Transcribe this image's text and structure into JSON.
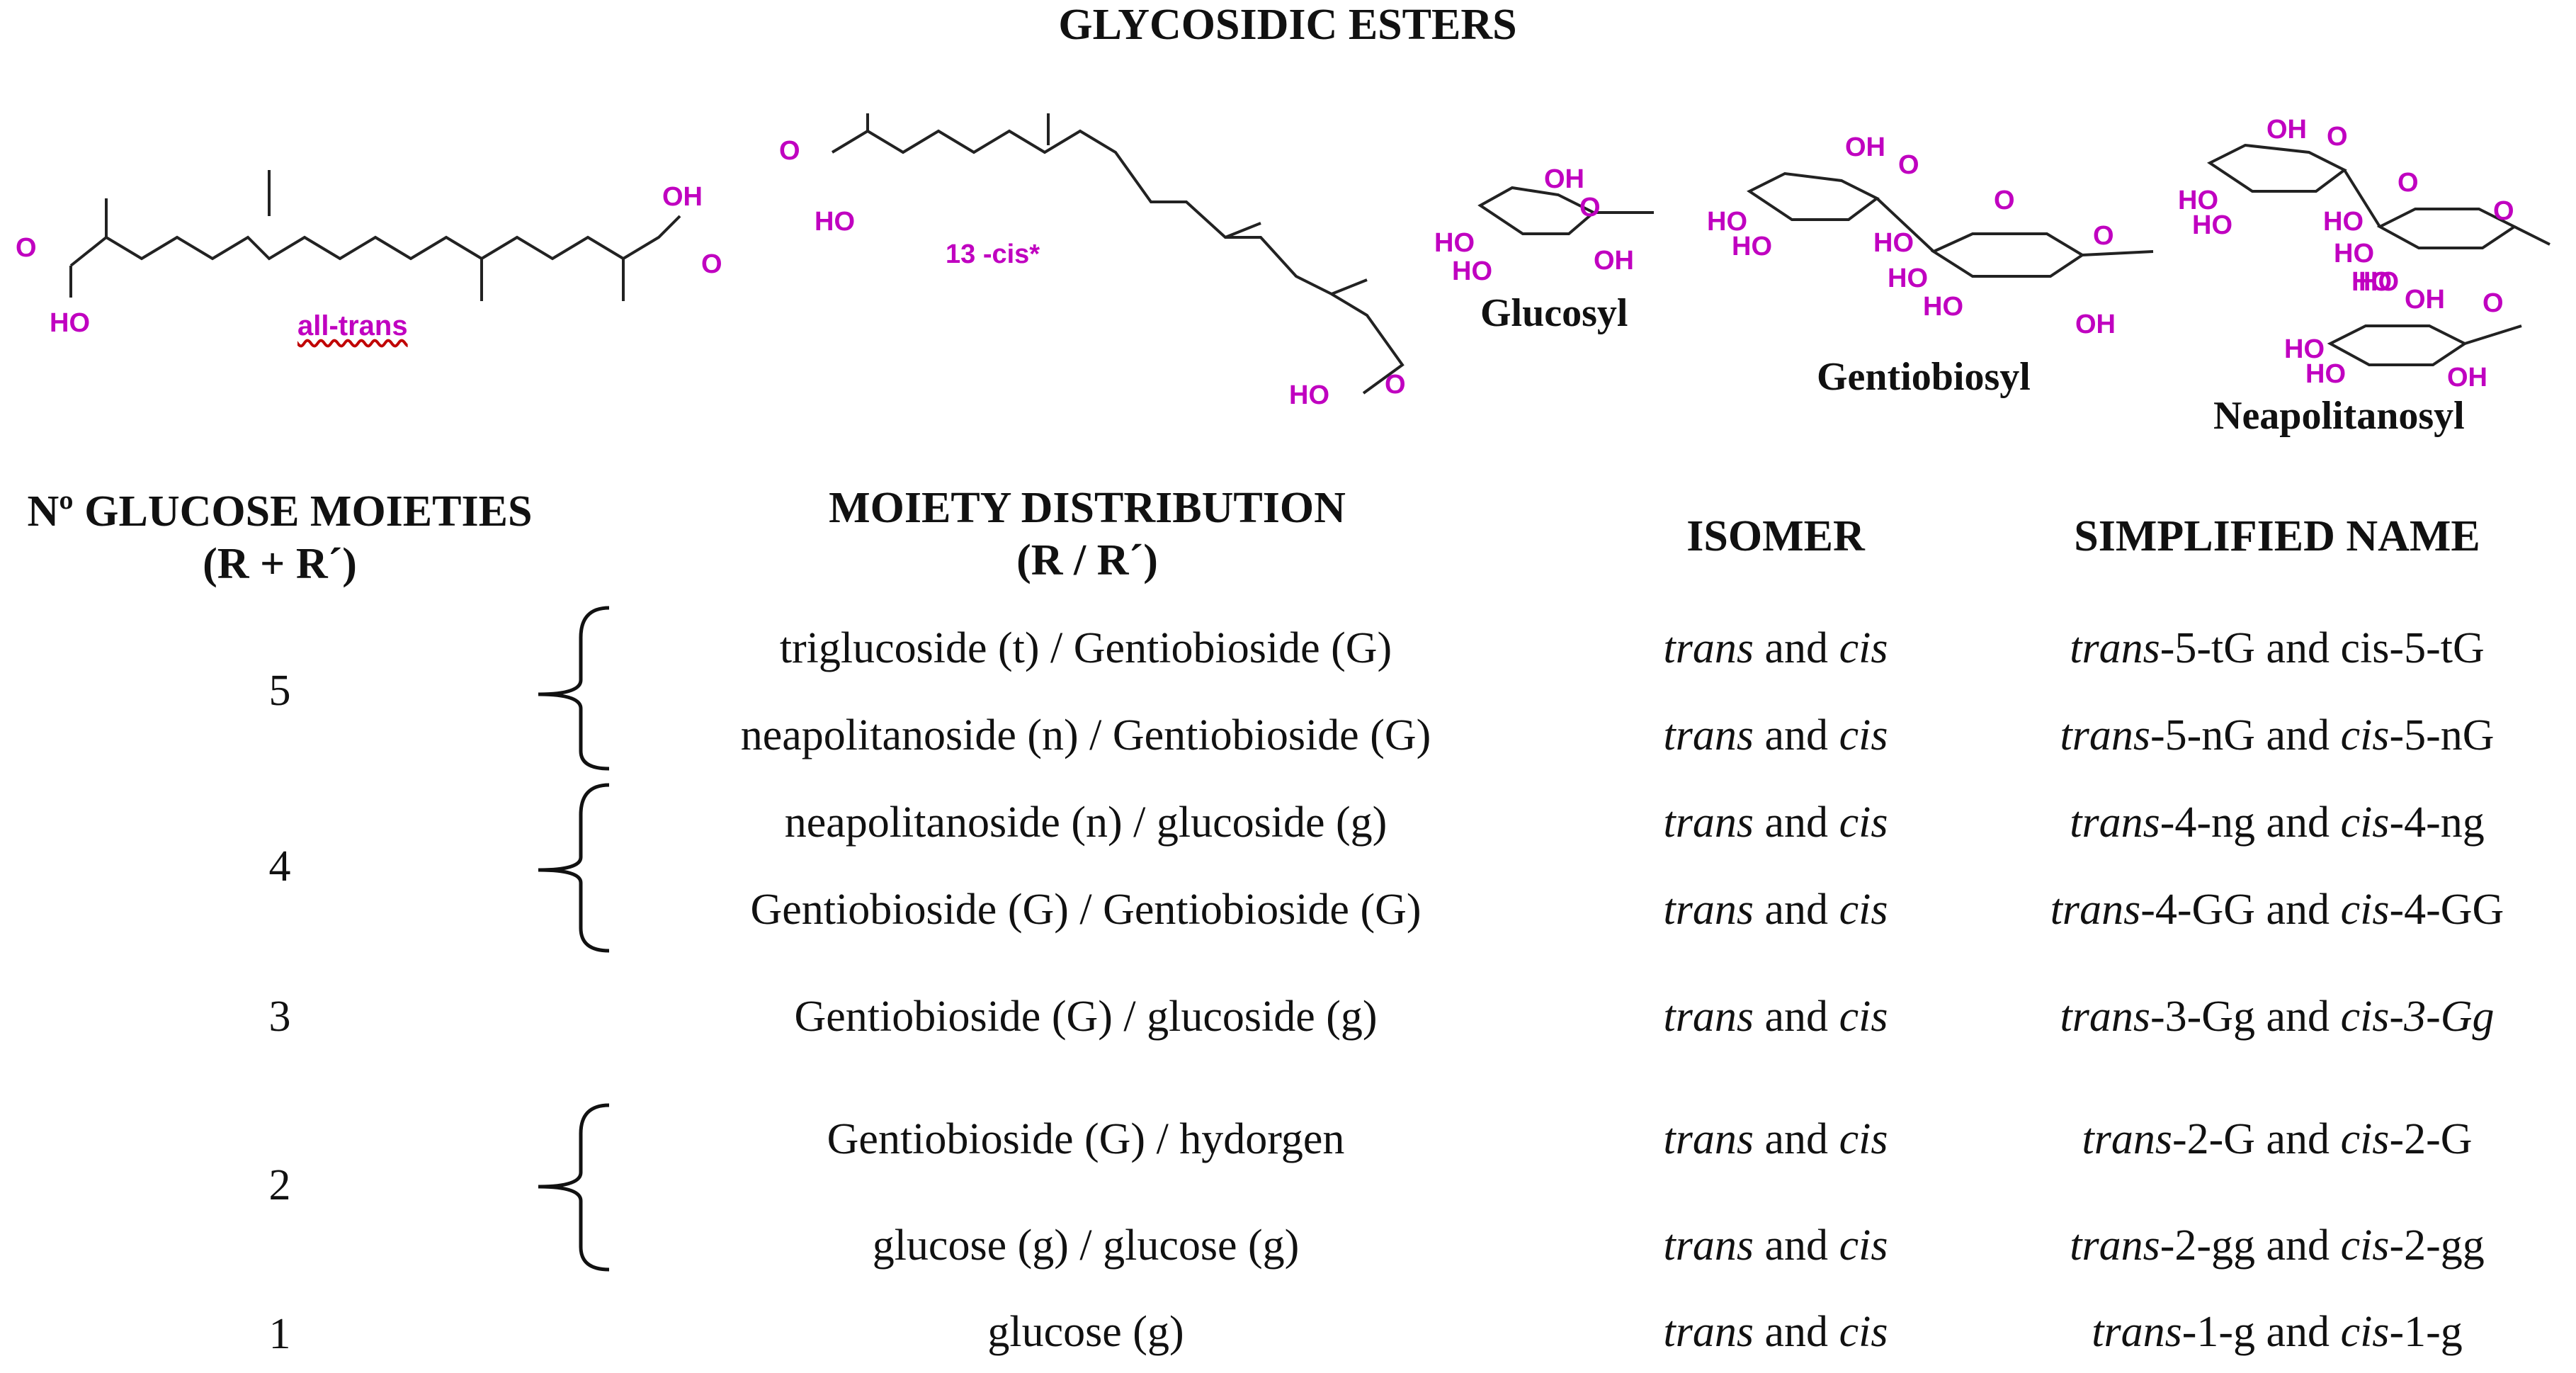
{
  "title": "GLYCOSIDIC ESTERS",
  "structures": {
    "trans_label": "all-trans",
    "cis_label": "13 -cis*",
    "glucosyl": "Glucosyl",
    "gentiobiosyl": "Gentiobiosyl",
    "neapolitanosyl": "Neapolitanosyl",
    "atoms": {
      "O": "O",
      "OH": "OH",
      "HO": "HO"
    }
  },
  "colors": {
    "structure": "#c000c0",
    "text": "#111111"
  },
  "headers": {
    "moieties_line1": "Nº GLUCOSE MOIETIES",
    "moieties_line2": "(R + R´)",
    "distribution_line1": "MOIETY DISTRIBUTION",
    "distribution_line2": "(R / R´)",
    "isomer": "ISOMER",
    "simplified": "SIMPLIFIED NAME"
  },
  "groups": [
    "5",
    "4",
    "3",
    "2",
    "1"
  ],
  "rows": [
    {
      "distribution": "triglucoside (t) / Gentiobioside (G)",
      "isomer": [
        "trans",
        " and ",
        "cis"
      ],
      "name": [
        "trans",
        "-5-tG and cis-5-tG"
      ]
    },
    {
      "distribution": "neapolitanoside (n) / Gentiobioside (G)",
      "isomer": [
        "trans",
        " and ",
        "cis"
      ],
      "name": [
        "trans",
        "-5-nG and ",
        "cis",
        "-5-nG"
      ]
    },
    {
      "distribution": "neapolitanoside (n) / glucoside (g)",
      "isomer": [
        "trans",
        " and ",
        "cis"
      ],
      "name": [
        "trans",
        "-4-ng and ",
        "cis",
        "-4-ng"
      ]
    },
    {
      "distribution": "Gentiobioside (G) / Gentiobioside (G)",
      "isomer": [
        "trans",
        " and ",
        "cis"
      ],
      "name": [
        "trans",
        "-4-GG and ",
        "cis",
        "-4-GG"
      ]
    },
    {
      "distribution": "Gentiobioside (G) / glucoside (g)",
      "isomer": [
        "trans",
        " and ",
        "cis"
      ],
      "name": [
        "trans",
        "-3-Gg and ",
        "cis-3-Gg"
      ]
    },
    {
      "distribution": "Gentiobioside (G) / hydorgen",
      "isomer": [
        "trans",
        " and ",
        "cis"
      ],
      "name": [
        "trans",
        "-2-G and ",
        "cis",
        "-2-G"
      ]
    },
    {
      "distribution": "glucose (g) / glucose (g)",
      "isomer": [
        "trans",
        " and ",
        "cis"
      ],
      "name": [
        "trans",
        "-2-gg and ",
        "cis",
        "-2-gg"
      ]
    },
    {
      "distribution": "glucose (g)",
      "isomer": [
        "trans",
        " and ",
        "cis"
      ],
      "name": [
        "trans",
        "-1-g and ",
        "cis",
        "-1-g"
      ]
    }
  ]
}
